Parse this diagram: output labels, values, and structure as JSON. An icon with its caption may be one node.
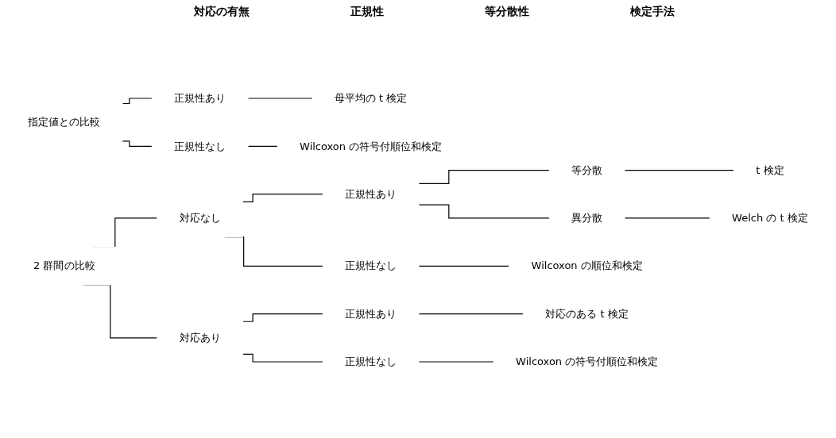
{
  "diagram": {
    "nodes": [
      {
        "text": [
          "指定値との比較"
        ]
      },
      {
        "text": [
          "正規性あり"
        ]
      },
      {
        "text": [
          "正規性なし"
        ]
      },
      {
        "text": [
          "母平均の t 検定"
        ]
      },
      {
        "text": [
          "Wilcoxon の符号付順位和検定"
        ]
      },
      {
        "text": [
          "2 群間の比較"
        ]
      },
      {
        "text": [
          "対応なし"
        ]
      },
      {
        "text": [
          "正規性あり"
        ]
      },
      {
        "text": [
          "等分散"
        ]
      },
      {
        "text": [
          "異分散"
        ]
      },
      {
        "text": [
          "t 検定"
        ]
      },
      {
        "text": [
          "Welch の t 検定"
        ]
      },
      {
        "text": [
          "正規性なし"
        ]
      },
      {
        "text": [
          "Wilcoxon の順位和検定"
        ]
      },
      {
        "text": [
          "対応あり"
        ]
      },
      {
        "text": [
          "正規性あり"
        ]
      },
      {
        "text": [
          "正規性なし"
        ]
      },
      {
        "text": [
          "対応のある t 検定"
        ]
      },
      {
        "text": [
          "Wilcoxon の符号付順位和検定"
        ]
      }
    ],
    "edges": [
      {
        "from": 0,
        "to": 1,
        "arrow": "none"
      },
      {
        "from": 0,
        "to": 2,
        "arrow": "none"
      },
      {
        "from": 1,
        "to": 3,
        "arrow": "none"
      },
      {
        "from": 2,
        "to": 4,
        "arrow": "none"
      },
      {
        "from": 5,
        "to": 6,
        "arrow": "none"
      },
      {
        "from": 5,
        "to": 14,
        "arrow": "none"
      },
      {
        "from": 6,
        "to": 7,
        "arrow": "none"
      },
      {
        "from": 6,
        "to": 12,
        "arrow": "none"
      },
      {
        "from": 7,
        "to": 8,
        "arrow": "none"
      },
      {
        "from": 7,
        "to": 9,
        "arrow": "none"
      },
      {
        "from": 8,
        "to": 10,
        "arrow": "none"
      },
      {
        "from": 9,
        "to": 11,
        "arrow": "none"
      },
      {
        "from": 12,
        "to": 13,
        "arrow": "none"
      },
      {
        "from": 14,
        "to": 15,
        "arrow": "none"
      },
      {
        "from": 14,
        "to": 16,
        "arrow": "none"
      },
      {
        "from": 15,
        "to": 17,
        "arrow": "none"
      },
      {
        "from": 16,
        "to": 18,
        "arrow": "none"
      }
    ],
    "labels": [
      "対応の有無",
      "正規性",
      "等分散性",
      "検定手法"
    ]
  }
}
